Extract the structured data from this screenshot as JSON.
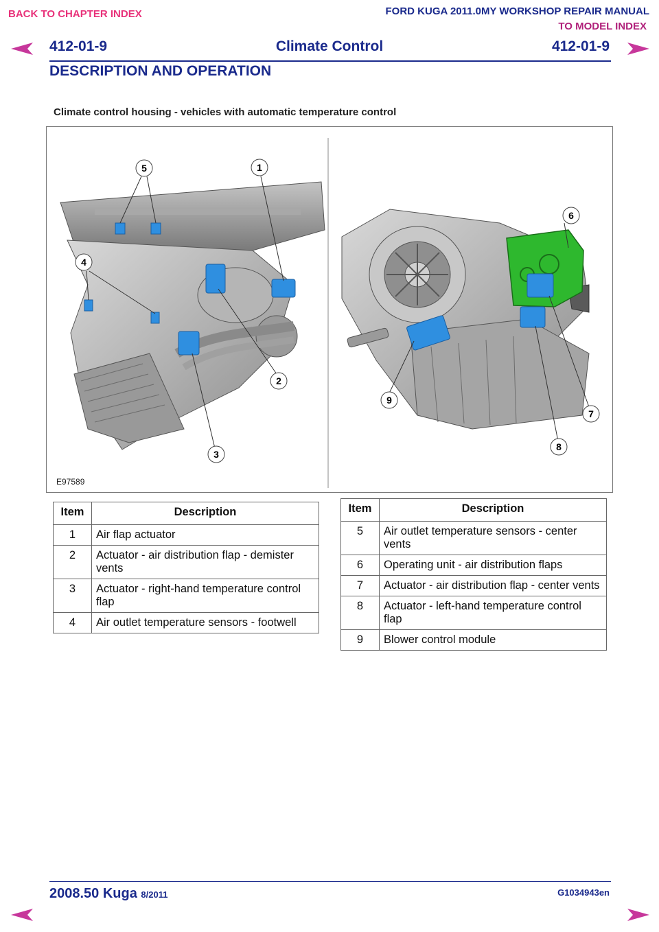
{
  "nav": {
    "back_to_chapter": "BACK TO CHAPTER INDEX",
    "manual_title": "FORD KUGA 2011.0MY WORKSHOP REPAIR MANUAL",
    "to_model_index": "TO MODEL INDEX",
    "prev_icon": "arrow-left-icon",
    "next_icon": "arrow-right-icon"
  },
  "header": {
    "page_left": "412-01-9",
    "chapter": "Climate Control",
    "page_right": "412-01-9",
    "section": "DESCRIPTION AND OPERATION"
  },
  "figure": {
    "caption": "Climate control housing - vehicles with automatic temperature control",
    "id": "E97589",
    "callouts": [
      "5",
      "1",
      "6",
      "4",
      "2",
      "9",
      "7",
      "3",
      "8"
    ]
  },
  "table_left": {
    "headers": {
      "item": "Item",
      "description": "Description"
    },
    "rows": [
      {
        "item": "1",
        "description": "Air flap actuator"
      },
      {
        "item": "2",
        "description": "Actuator - air distribution flap - demister vents"
      },
      {
        "item": "3",
        "description": "Actuator - right-hand temperature control flap"
      },
      {
        "item": "4",
        "description": "Air outlet temperature sensors - footwell"
      }
    ]
  },
  "table_right": {
    "headers": {
      "item": "Item",
      "description": "Description"
    },
    "rows": [
      {
        "item": "5",
        "description": "Air outlet temperature sensors - center vents"
      },
      {
        "item": "6",
        "description": "Operating unit - air distribution flaps"
      },
      {
        "item": "7",
        "description": "Actuator - air distribution flap - center vents"
      },
      {
        "item": "8",
        "description": "Actuator - left-hand temperature control flap"
      },
      {
        "item": "9",
        "description": "Blower control module"
      }
    ]
  },
  "footer": {
    "model": "2008.50 Kuga",
    "date": "8/2011",
    "code": "G1034943en"
  },
  "colors": {
    "brand_blue": "#1a2a8c",
    "link_pink": "#e8327a",
    "actuator_blue": "#2f8fe0",
    "operating_unit_green": "#2eb82e"
  }
}
